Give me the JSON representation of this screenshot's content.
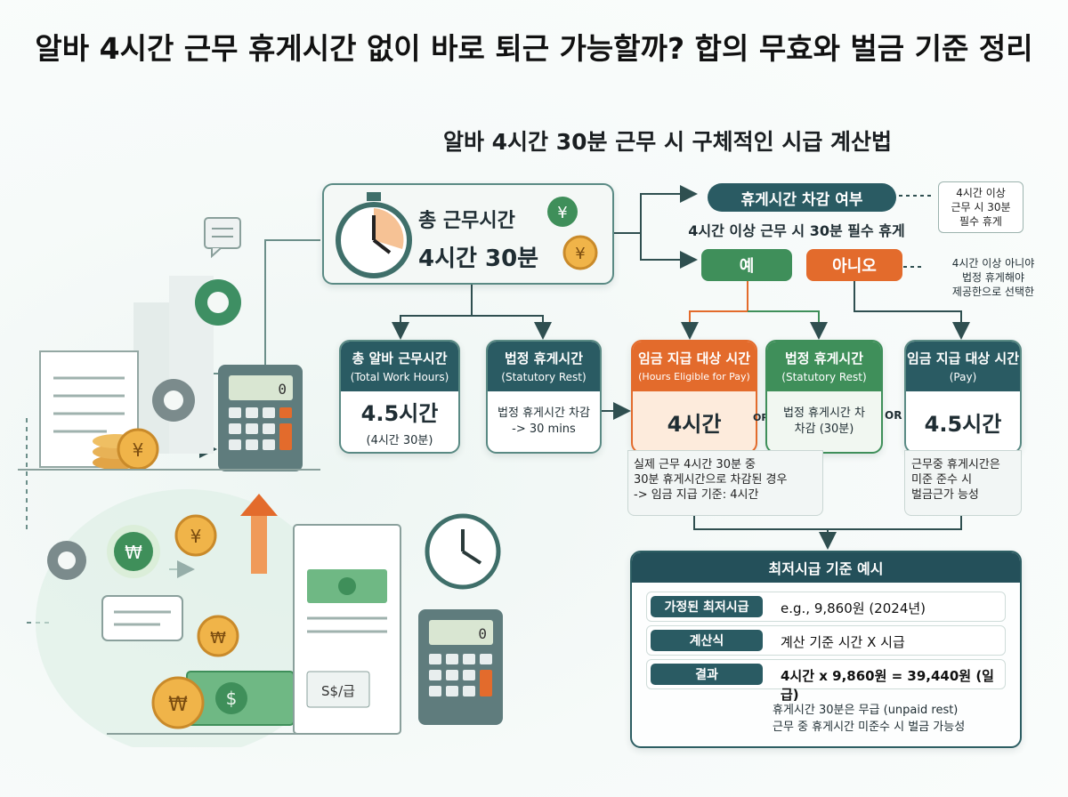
{
  "page": {
    "title": "알바 4시간 근무 휴게시간 없이 바로 퇴근 가능할까? 합의 무효와 벌금 기준 정리",
    "subtitle": "알바 4시간 30분 근무 시 구체적인 시급 계산법"
  },
  "total": {
    "label": "총 근무시간",
    "value": "4시간 30분"
  },
  "decision": {
    "header": "휴게시간 차감 여부",
    "question": "4시간 이상 근무 시 30분 필수 휴게",
    "yes": "예",
    "no": "아니오",
    "note_top": "4시간 이상\n근무 시 30분\n필수 휴게",
    "note_no": "4시간 이상 아니야\n법정 휴게해야\n제공한으로 선택한"
  },
  "cards": {
    "work": {
      "title": "총 알바 근무시간",
      "title_en": "(Total Work Hours)",
      "value": "4.5시간",
      "sub": "(4시간 30분)"
    },
    "rest": {
      "title": "법정 휴게시간",
      "title_en": "(Statutory Rest)",
      "value": "법정 휴게시간 차감\n-> 30 mins"
    },
    "pay": {
      "title": "임금 지급 대상 시간",
      "title_en": "(Hours Eligible for Pay)",
      "value": "4시간"
    },
    "rest2": {
      "title": "법정 휴게시간",
      "title_en": "(Statutory Rest)",
      "value": "법정 휴게시간 차\n차감 (30분)"
    },
    "pay2": {
      "title": "임금 지급 대상 시간",
      "title_en": "(Pay)",
      "value": "4.5시간"
    }
  },
  "or_labels": [
    "OR",
    "OR"
  ],
  "notes": {
    "pay_note": "실제 근무 4시간 30분 중\n30분 휴게시간으로 차감된 경우\n-> 임금 지급 기준: 4시간",
    "pay2_note": "근무중 휴게시간은\n미준 준수 시\n벌금근가 능성"
  },
  "wage": {
    "header": "최저시급 기준 예시",
    "rows": [
      {
        "key": "가정된 최저시급",
        "value": "e.g., 9,860원 (2024년)"
      },
      {
        "key": "계산식",
        "value": "계산 기준 시간 X 시급"
      },
      {
        "key": "결과",
        "value": "4시간 x 9,860원 = 39,440원 (일급)"
      }
    ],
    "footer": "휴게시간 30분은 무급 (unpaid rest)\n근무 중 휴게시간 미준수 시 벌금 가능성"
  },
  "illustration": {
    "calculator_display": "0",
    "calculator2_display": "0",
    "doc_label": "S$/급"
  },
  "colors": {
    "teal": "#2f6f6b",
    "green": "#3f8f5a",
    "orange": "#e36b2c",
    "navy": "#24505a",
    "peach": "#fdebdc"
  }
}
